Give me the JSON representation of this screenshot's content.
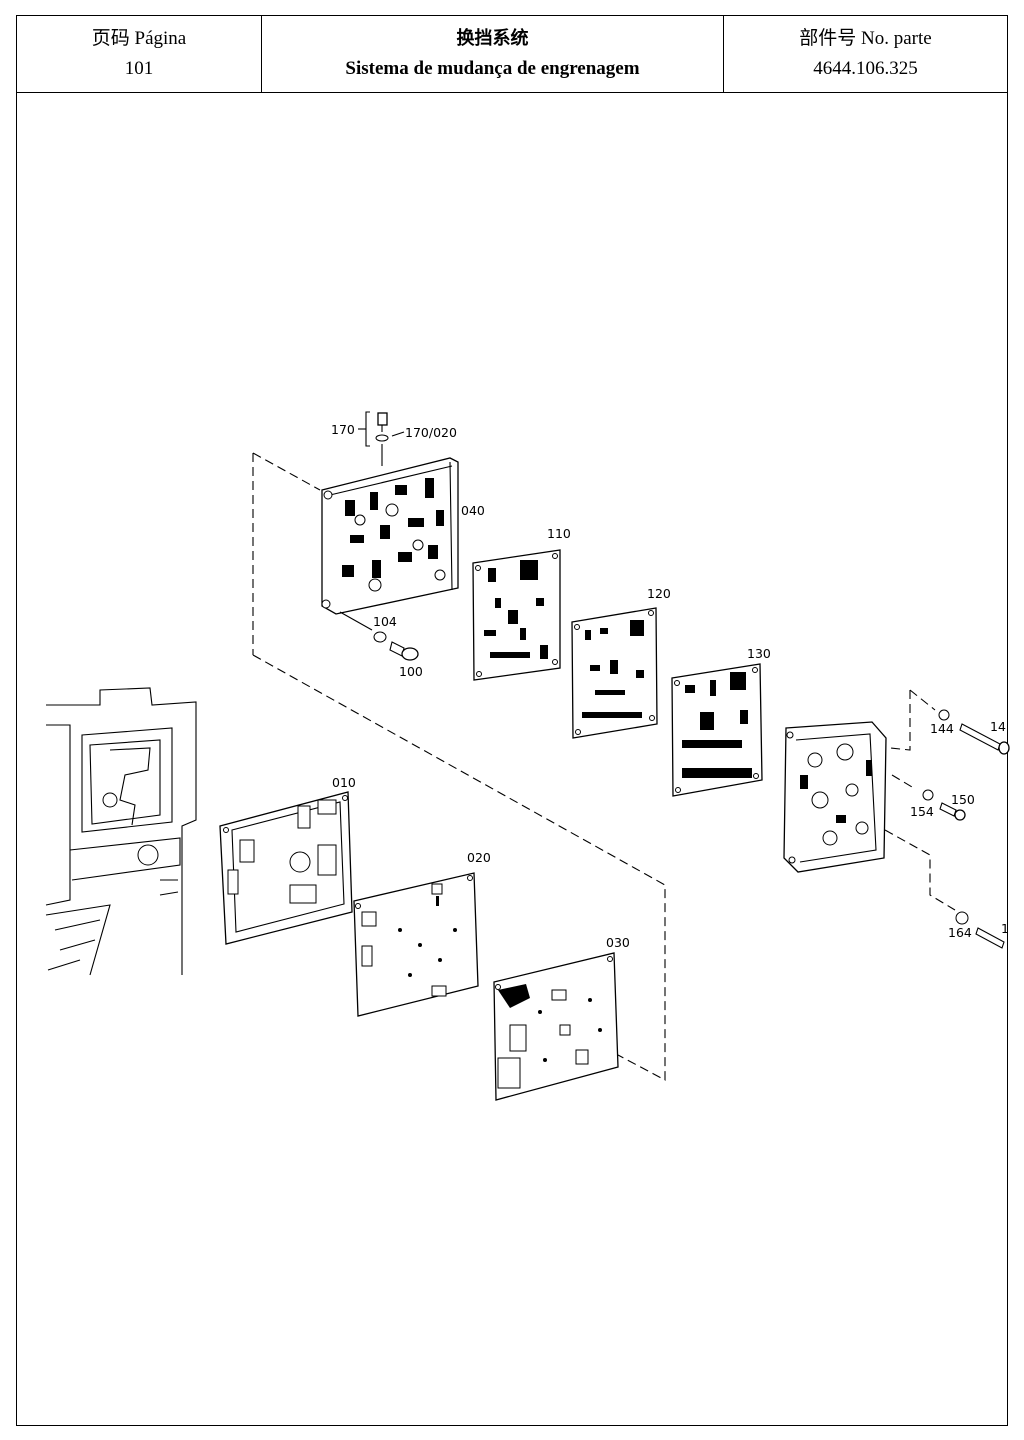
{
  "header": {
    "page_label": "页码 Página",
    "page_number": "101",
    "title_cn": "换挡系统",
    "title_pt": "Sistema de mudança de engrenagem",
    "part_label": "部件号 No. parte",
    "part_number": "4644.106.325"
  },
  "callouts": {
    "c170": "170",
    "c170_020": "170/020",
    "c040": "040",
    "c110": "110",
    "c120": "120",
    "c104": "104",
    "c100": "100",
    "c130": "130",
    "c144": "144",
    "c146": "14",
    "c010": "010",
    "c150": "150",
    "c154": "154",
    "c020": "020",
    "c164": "164",
    "c166": "1",
    "c030": "030"
  }
}
